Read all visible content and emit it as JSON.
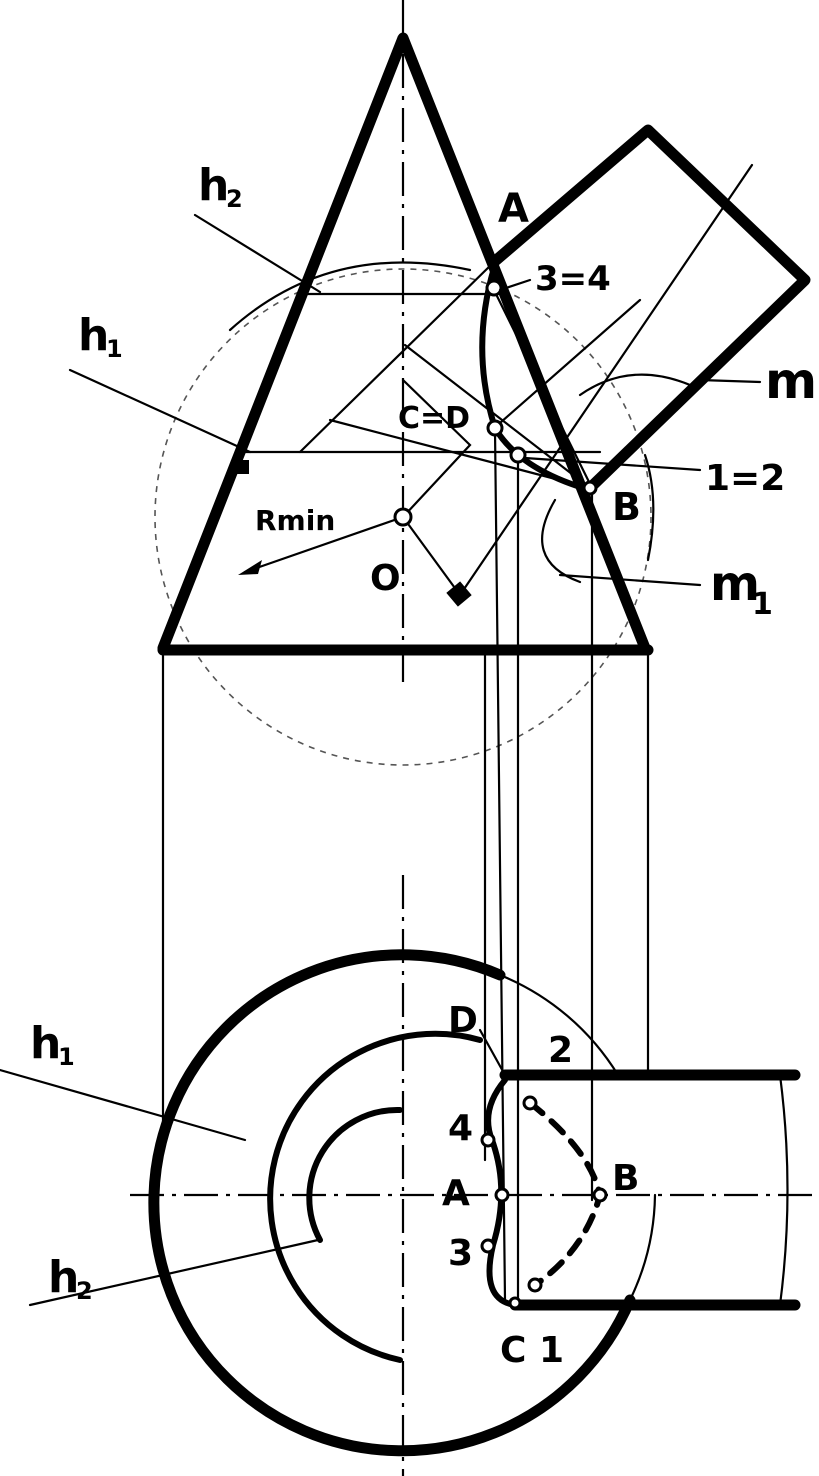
{
  "labels": {
    "h2_top": "h",
    "h2_top_sub": "2",
    "h1_top": "h",
    "h1_top_sub": "1",
    "A_top": "A",
    "p34": "3=4",
    "m": "m",
    "CD": "C=D",
    "p12": "1=2",
    "B_top": "B",
    "Rmin": "Rmin",
    "O": "O",
    "m1": "m",
    "m1_sub": "1",
    "D_bot": "D",
    "p2": "2",
    "h1_bot": "h",
    "h1_bot_sub": "1",
    "p4": "4",
    "A_bot": "A",
    "B_bot": "B",
    "p3": "3",
    "h2_bot": "h",
    "h2_bot_sub": "2",
    "C1": "C 1"
  }
}
